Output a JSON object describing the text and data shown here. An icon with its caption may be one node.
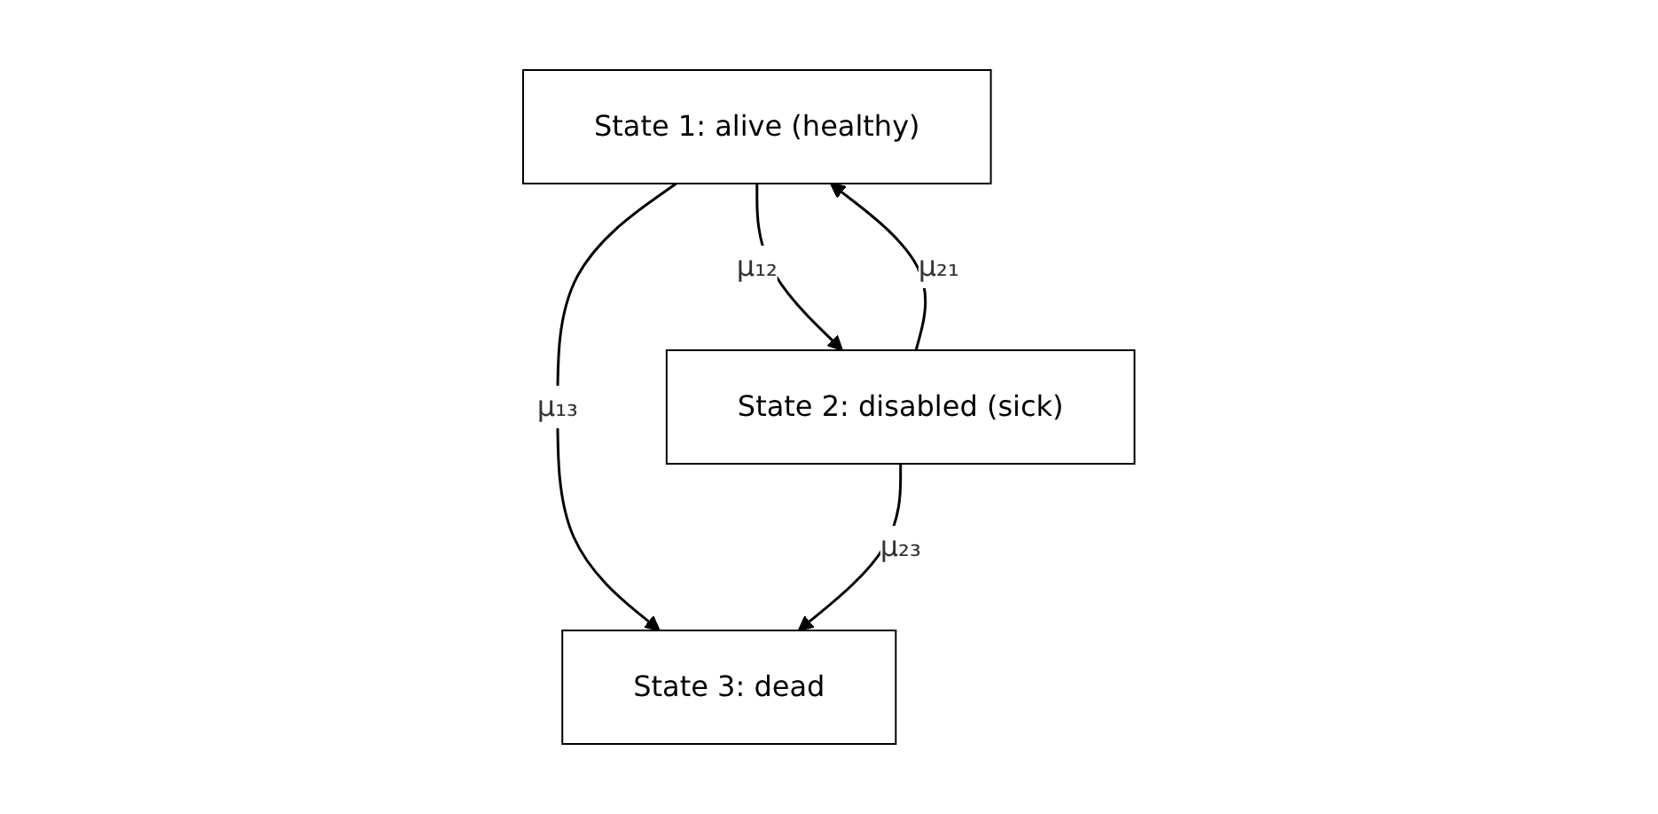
{
  "diagram": {
    "nodes": [
      {
        "text": [
          "State 1: alive (healthy)"
        ]
      },
      {
        "text": [
          "State 2: disabled (sick)"
        ]
      },
      {
        "text": [
          "State 3: dead"
        ]
      }
    ],
    "edges": [
      {
        "from": 0,
        "to": 1,
        "arrow": "to",
        "label": "μ₁₂"
      },
      {
        "from": 1,
        "to": 0,
        "arrow": "to",
        "label": "μ₂₁"
      },
      {
        "from": 0,
        "to": 2,
        "arrow": "to",
        "label": "μ₁₃"
      },
      {
        "from": 1,
        "to": 2,
        "arrow": "to",
        "label": "μ₂₃"
      }
    ]
  }
}
